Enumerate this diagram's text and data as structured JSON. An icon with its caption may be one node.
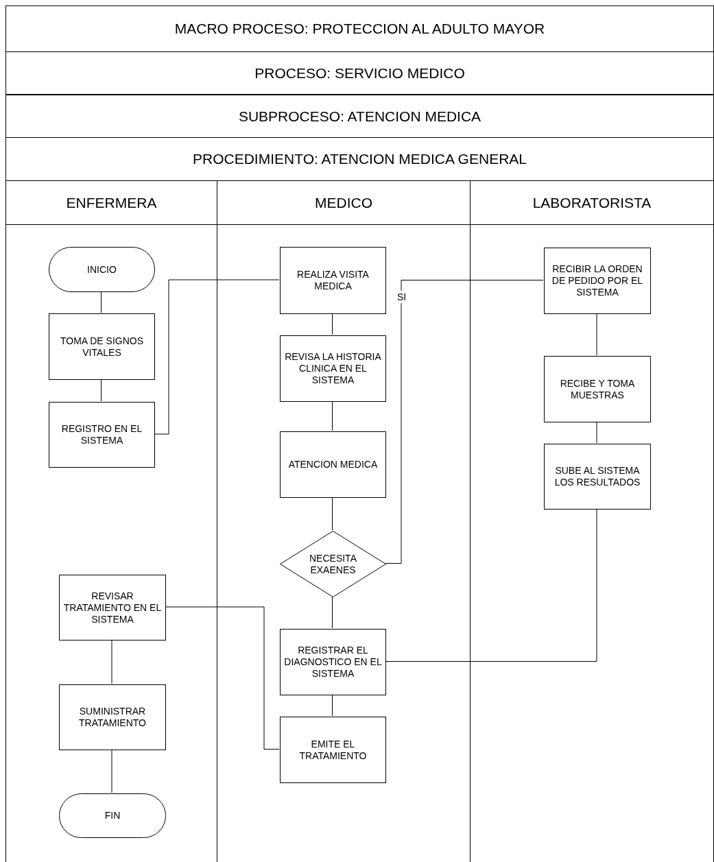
{
  "diagram": {
    "nodes": [
      {
        "text": [
          "MACRO PROCESO: PROTECCION AL ADULTO MAYOR"
        ]
      },
      {
        "text": [
          "PROCESO: SERVICIO MEDICO"
        ]
      },
      {
        "text": [
          "SUBPROCESO: ATENCION MEDICA"
        ]
      },
      {
        "text": [
          "PROCEDIMIENTO: ATENCION MEDICA GENERAL"
        ]
      },
      {
        "text": [
          "ENFERMERA"
        ]
      },
      {
        "text": [
          "MEDICO"
        ]
      },
      {
        "text": [
          "LABORATORISTA"
        ]
      },
      {
        "text": [
          "INICIO"
        ],
        "in": 4
      },
      {
        "text": [
          "TOMA DE SIGNOS VITALES"
        ],
        "in": 4
      },
      {
        "text": [
          "REGISTRO EN EL SISTEMA"
        ],
        "in": 4
      },
      {
        "text": [
          "REVISAR TRATAMIENTO EN EL SISTEMA"
        ],
        "in": 4
      },
      {
        "text": [
          "SUMINISTRAR TRATAMIENTO"
        ],
        "in": 4
      },
      {
        "text": [
          "FIN"
        ],
        "in": 4
      },
      {
        "text": [
          "REALIZA VISITA MEDICA"
        ],
        "in": 5
      },
      {
        "text": [
          "REVISA LA HISTORIA CLINICA EN EL SISTEMA"
        ],
        "in": 5
      },
      {
        "text": [
          "ATENCION MEDICA"
        ],
        "in": 5
      },
      {
        "text": [
          "NECESITA EXAENES"
        ],
        "in": 5
      },
      {
        "text": [
          "REGISTRAR EL DIAGNOSTICO EN EL SISTEMA"
        ],
        "in": 5
      },
      {
        "text": [
          "EMITE EL TRATAMIENTO"
        ],
        "in": 5
      },
      {
        "text": [
          "RECIBIR LA ORDEN DE PEDIDO POR EL SISTEMA"
        ],
        "in": 6
      },
      {
        "text": [
          "RECIBE Y TOMA MUESTRAS"
        ],
        "in": 6
      },
      {
        "text": [
          "SUBE AL SISTEMA LOS RESULTADOS"
        ],
        "in": 6
      }
    ],
    "edges": [
      {
        "from": 7,
        "to": 8,
        "arrow": "none"
      },
      {
        "from": 8,
        "to": 9,
        "arrow": "none"
      },
      {
        "from": 9,
        "to": 13,
        "arrow": "none"
      },
      {
        "from": 13,
        "to": 14,
        "arrow": "none"
      },
      {
        "from": 14,
        "to": 15,
        "arrow": "none"
      },
      {
        "from": 15,
        "to": 16,
        "arrow": "none"
      },
      {
        "from": 16,
        "to": 19,
        "arrow": "none",
        "label": "SI"
      },
      {
        "from": 19,
        "to": 20,
        "arrow": "none"
      },
      {
        "from": 20,
        "to": 21,
        "arrow": "none"
      },
      {
        "from": 21,
        "to": 17,
        "arrow": "none"
      },
      {
        "from": 16,
        "to": 17,
        "arrow": "none"
      },
      {
        "from": 17,
        "to": 18,
        "arrow": "none"
      },
      {
        "from": 18,
        "to": 10,
        "arrow": "none"
      },
      {
        "from": 10,
        "to": 11,
        "arrow": "none"
      },
      {
        "from": 11,
        "to": 12,
        "arrow": "none"
      }
    ]
  }
}
